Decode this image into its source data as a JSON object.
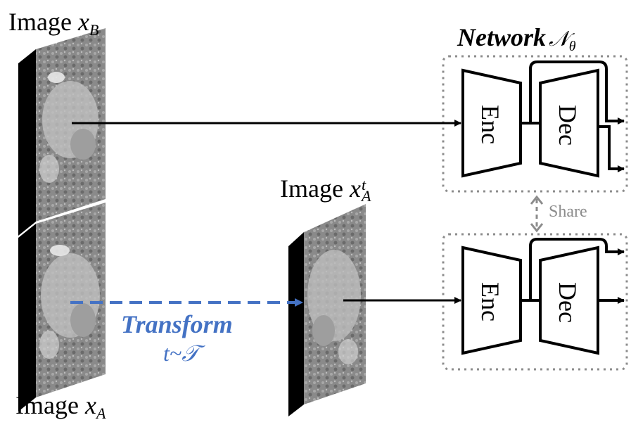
{
  "image_b": {
    "prefix": "Image ",
    "var": "x",
    "sub": "B"
  },
  "image_a": {
    "prefix": "Image ",
    "var": "x",
    "sub": "A"
  },
  "image_at": {
    "prefix": "Image ",
    "var": "x",
    "sup": "t",
    "sub": "A"
  },
  "network": {
    "title": "Network",
    "symbol_main": "𝒩",
    "symbol_sub": "θ"
  },
  "encoder_label": "Enc",
  "decoder_label": "Dec",
  "share_label": "Share",
  "transform": {
    "title": "Transform",
    "expr": "t~𝒯"
  },
  "colors": {
    "transform": "#4472c4",
    "share": "#8c8c8c",
    "dotted_box": "#8c8c8c",
    "scan": "#7a7a7a"
  }
}
